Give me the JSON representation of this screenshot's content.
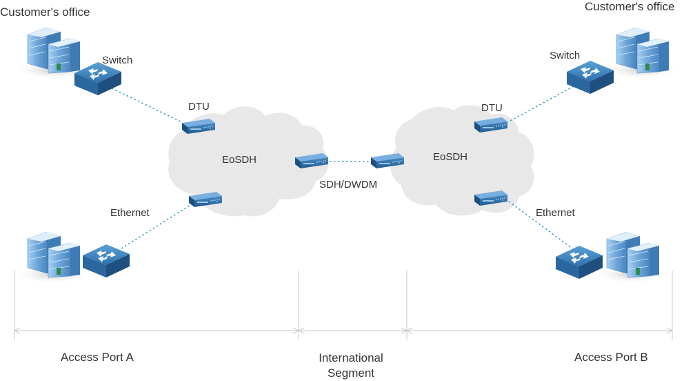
{
  "labels": {
    "customer_office_left": "Customer's office",
    "customer_office_right": "Customer's office",
    "switch_left": "Switch",
    "switch_right": "Switch",
    "dtu_left": "DTU",
    "dtu_right": "DTU",
    "ethernet_left": "Ethernet",
    "ethernet_right": "Ethernet",
    "cloud_left": "EoSDH",
    "cloud_right": "EoSDH",
    "sdh_dwdm": "SDH/DWDM"
  },
  "segments": {
    "left": "Access Port A",
    "middle_line1": "International",
    "middle_line2": "Segment",
    "right": "Access Port B"
  },
  "colors": {
    "cloud": "#e8e8e8",
    "link": "#3aa0c8",
    "device": "#2d6ea6",
    "building": "#7fb2df",
    "dimension": "#c8c8c8"
  },
  "icons": [
    "building-icon",
    "network-switch-icon",
    "dtu-device-icon",
    "cloud-icon"
  ]
}
